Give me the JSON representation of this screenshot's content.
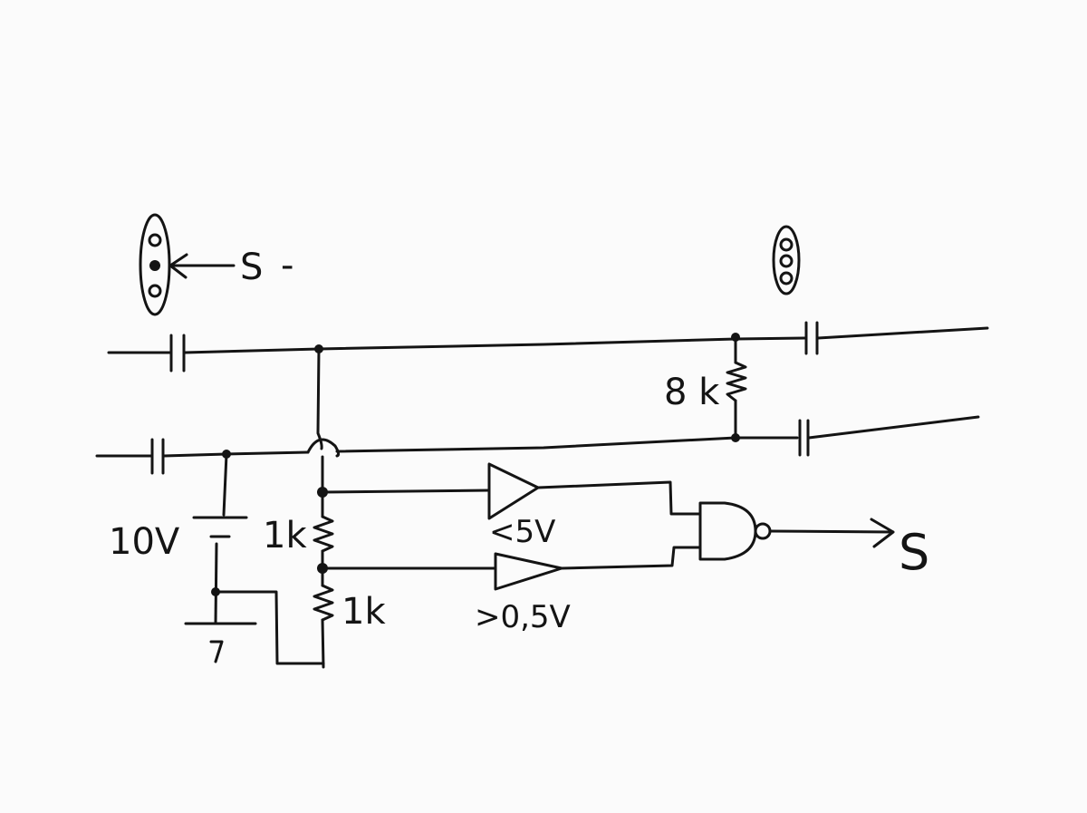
{
  "diagram": {
    "colors": {
      "ink": "#141414",
      "paper": "#fbfbfb"
    },
    "left_signal": {
      "label": "S",
      "dash": "-"
    },
    "resistor_top": "8 k",
    "battery_label": "10V",
    "divider_upper": "1k",
    "divider_lower": "1k",
    "comparator_upper": "<5V",
    "comparator_lower": ">0,5V",
    "output_label": "S"
  }
}
